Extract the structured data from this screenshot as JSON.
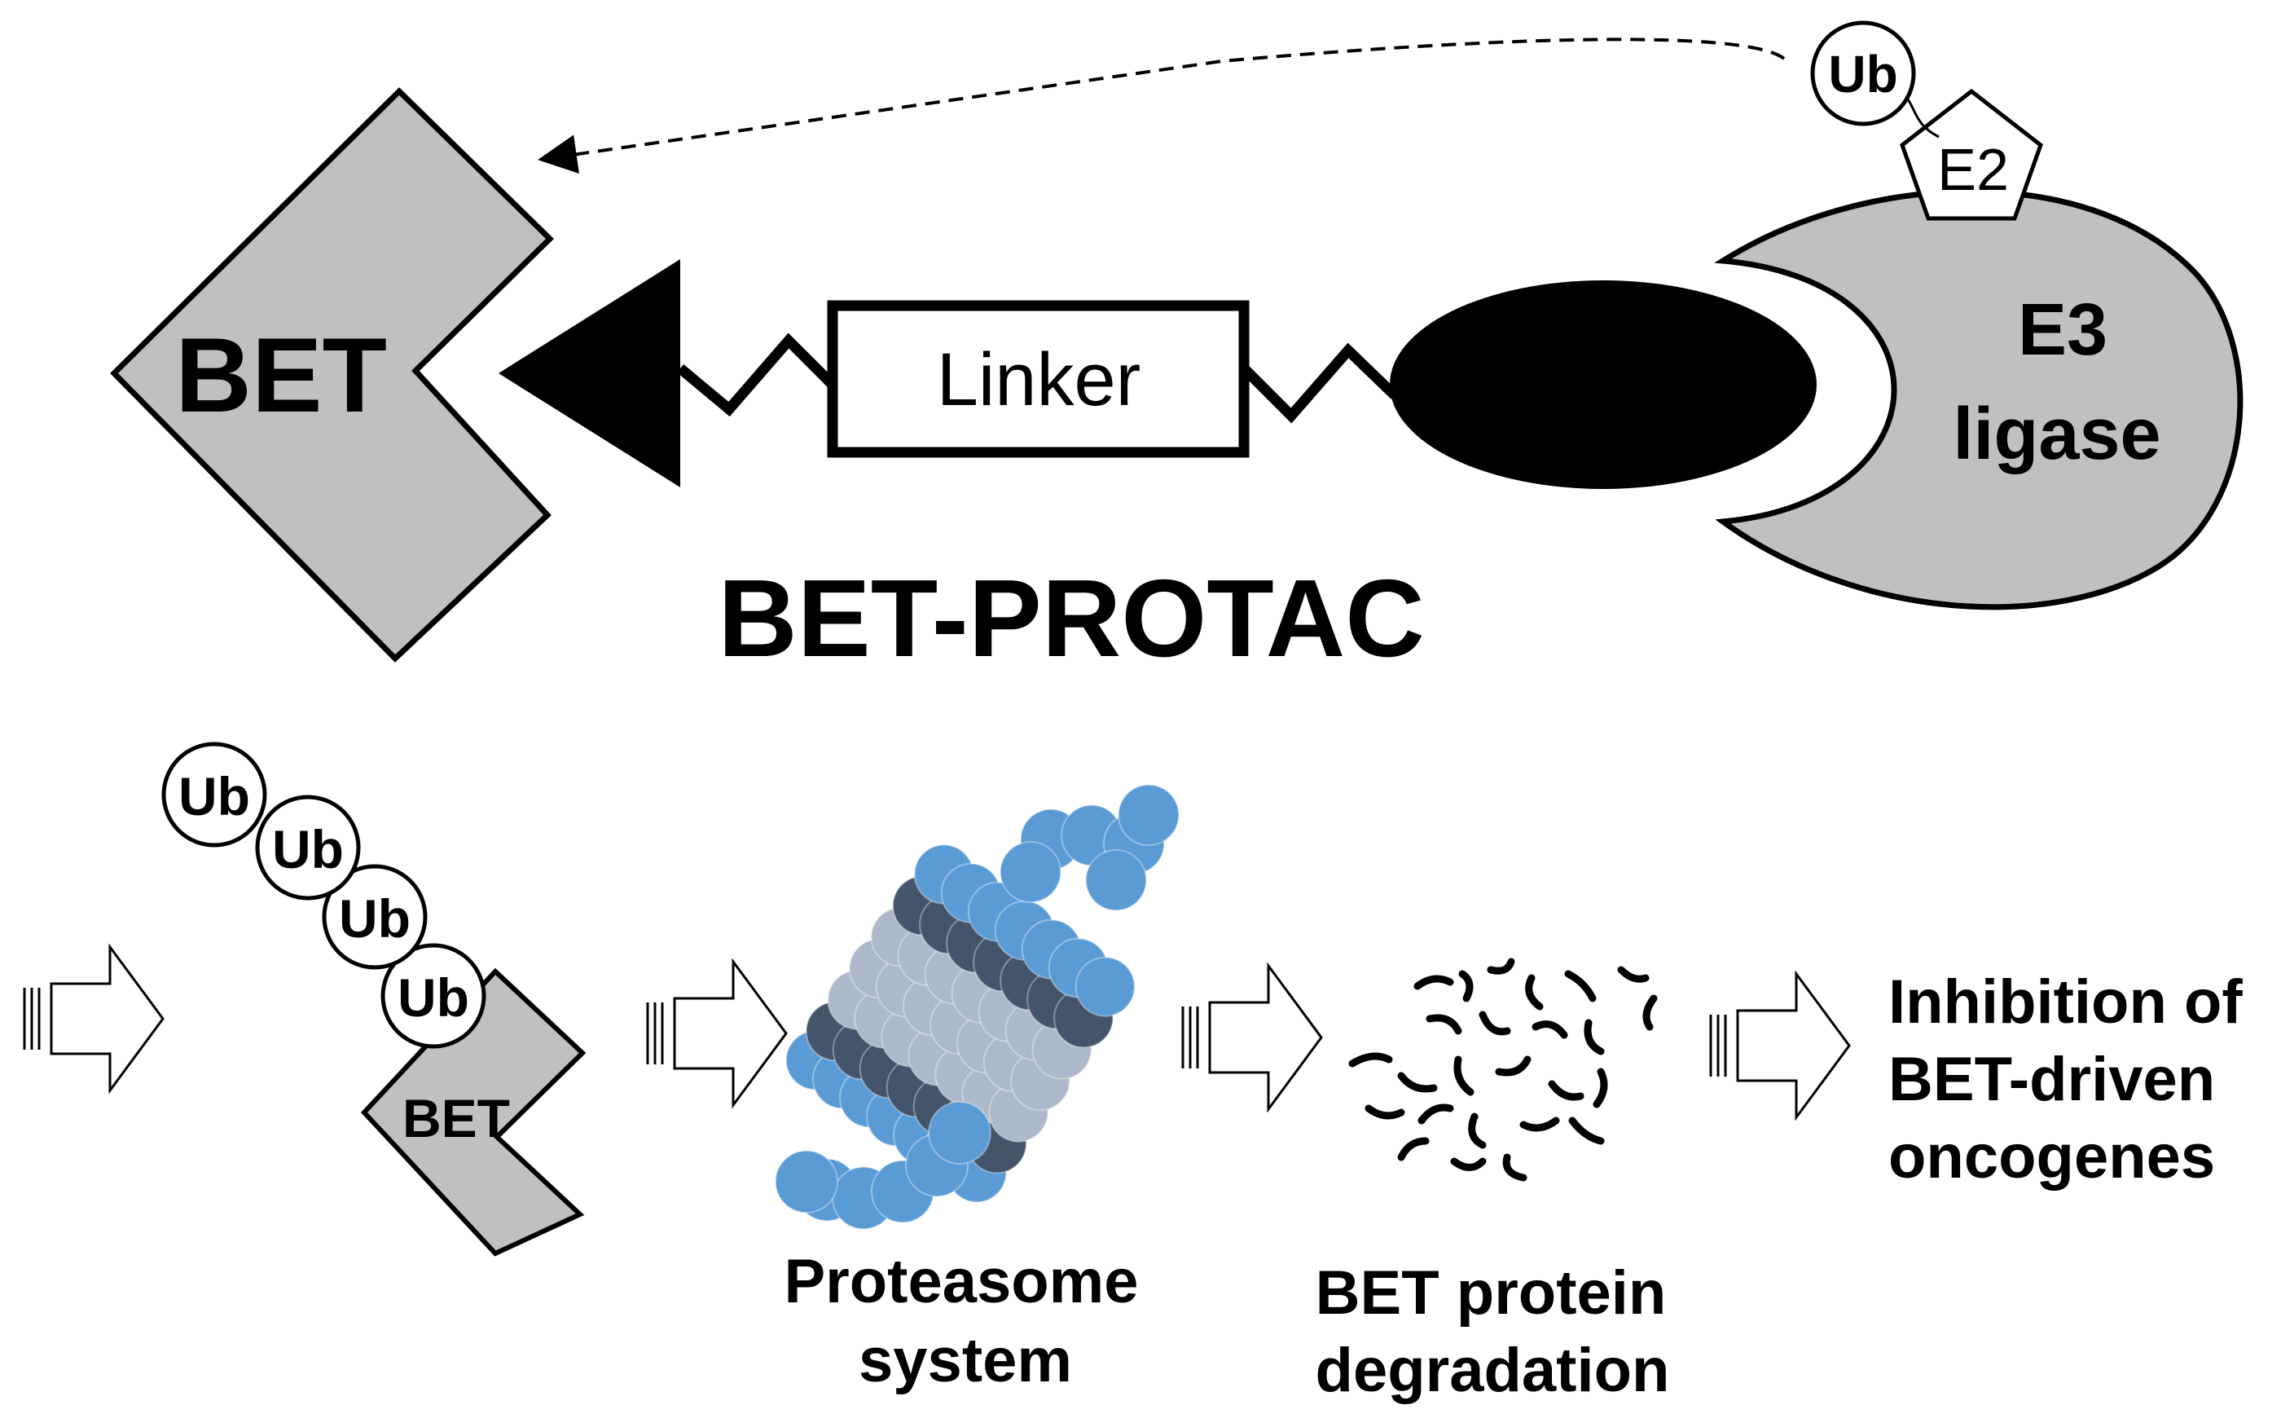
{
  "title": "BET-PROTAC",
  "top": {
    "bet_label": "BET",
    "linker_label": "Linker",
    "e3_line1": "E3",
    "e3_line2": "ligase",
    "e2_label": "E2",
    "ub_label": "Ub"
  },
  "bottom": {
    "ub_chain": [
      "Ub",
      "Ub",
      "Ub",
      "Ub"
    ],
    "bet_label": "BET",
    "proteasome_line1": "Proteasome",
    "proteasome_line2": "system",
    "degradation_line1": "BET protein",
    "degradation_line2": "degradation",
    "outcome_line1": "Inhibition of",
    "outcome_line2": "BET-driven",
    "outcome_line3": "oncogenes"
  },
  "colors": {
    "bet_fill": "#c0c0c0",
    "outline": "#000000",
    "proteasome_light_blue": "#5b9bd5",
    "proteasome_dark_slate": "#44546a",
    "proteasome_pale": "#adb9ca"
  }
}
